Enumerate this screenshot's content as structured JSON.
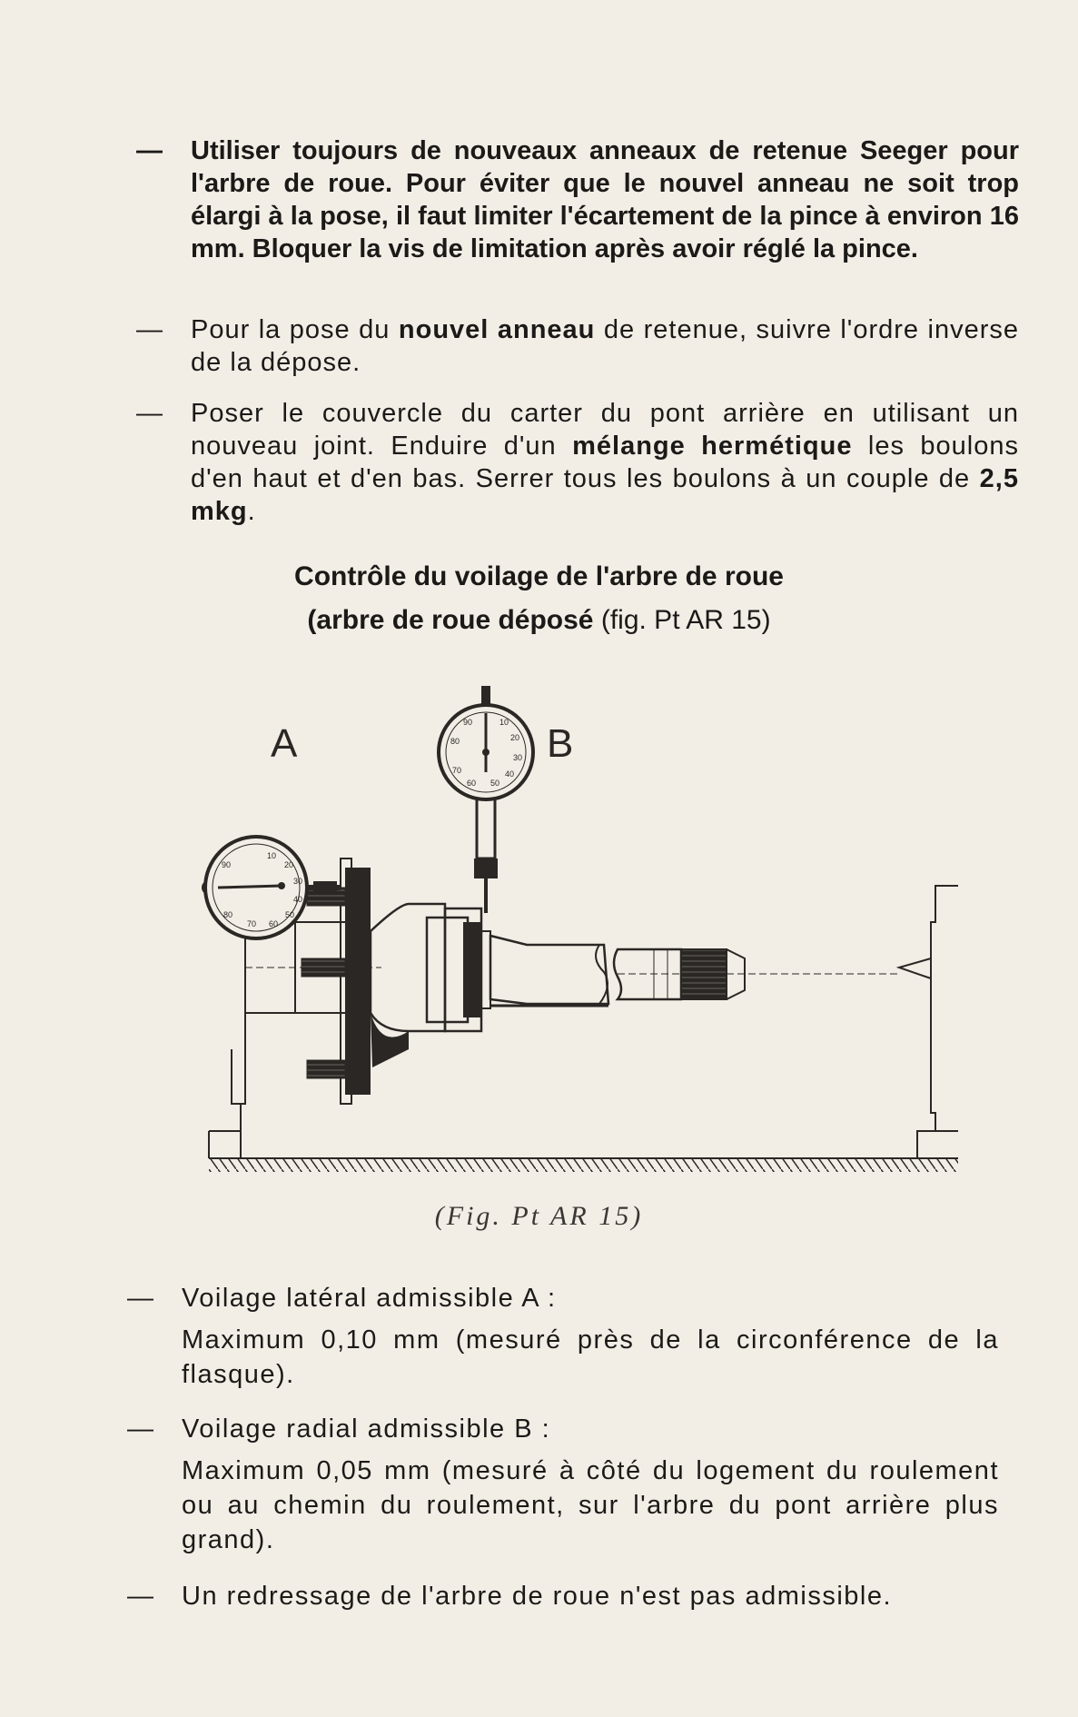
{
  "list_dash": "—",
  "items_top": [
    {
      "text": "Utiliser toujours de nouveaux anneaux de retenue Seeger pour l'arbre de roue. Pour éviter que le nouvel anneau ne soit trop élargi à la pose, il faut limiter l'écartement de la pince à environ 16 mm. Bloquer la vis de limitation après avoir réglé la pince."
    },
    {
      "pre": "Pour la pose du ",
      "bold": "nouvel anneau",
      "post": " de retenue, suivre l'ordre inverse de la dépose."
    },
    {
      "pre": "Poser le couvercle du carter du pont arrière en utilisant un nouveau joint. Enduire d'un ",
      "bold1": "mélange hermétique",
      "mid": " les boulons d'en haut et d'en bas. Serrer tous les boulons à un couple de ",
      "bold2": "2,5 mkg",
      "post": "."
    }
  ],
  "section": {
    "title_line1": "Contrôle du voilage de l'arbre de roue",
    "title_line2_bold": "(arbre de roue déposé",
    "title_line2_rest": " (fig. Pt AR 15)"
  },
  "figure": {
    "label_a": "A",
    "label_b": "B",
    "gauge_a_numbers": [
      "10",
      "20",
      "30",
      "40",
      "50",
      "60",
      "70",
      "80",
      "90"
    ],
    "gauge_b_numbers": [
      "10",
      "20",
      "30",
      "40",
      "50",
      "60",
      "70",
      "80",
      "90"
    ],
    "caption": "(Fig. Pt AR 15)"
  },
  "items_bottom": [
    {
      "head": "Voilage latéral admissible A :",
      "body": "Maximum 0,10 mm (mesuré près de la circonférence de la flasque)."
    },
    {
      "head": "Voilage radial admissible B :",
      "body": "Maximum 0,05 mm (mesuré à côté du logement du roulement ou au chemin du roulement, sur l'arbre du pont arrière plus grand)."
    },
    {
      "head": "Un redressage de l'arbre de roue n'est pas admissible."
    }
  ]
}
